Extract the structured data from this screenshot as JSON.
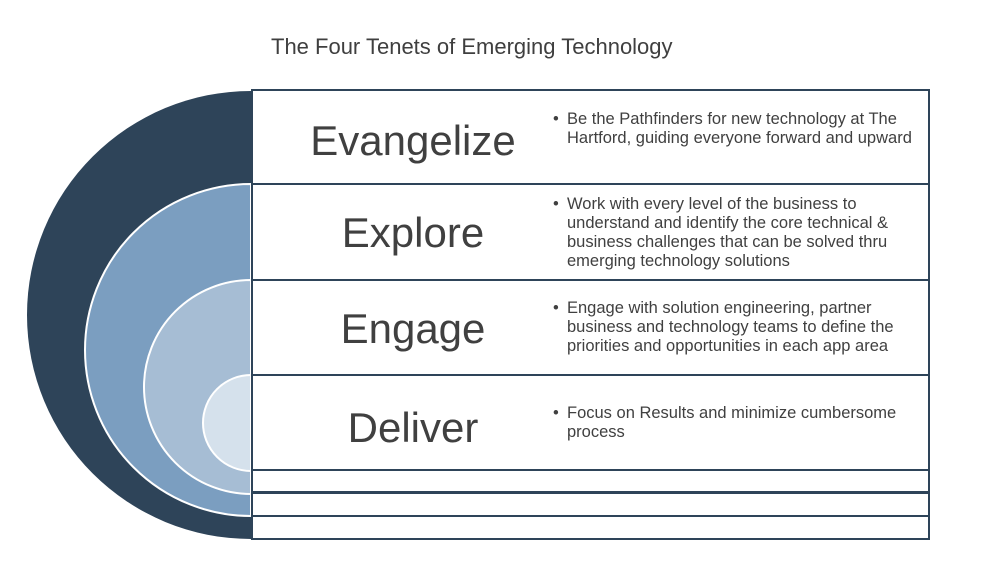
{
  "title": "The Four Tenets of Emerging Technology",
  "colors": {
    "outer_arc": "#2e4459",
    "second_arc": "#7b9ec0",
    "third_arc": "#a6bdd4",
    "inner_arc": "#d5e1ec",
    "border": "#2e4459",
    "text": "#404040"
  },
  "tenets": [
    {
      "name": "Evangelize",
      "description": "Be the Pathfinders for new technology at The Hartford, guiding everyone forward and upward"
    },
    {
      "name": "Explore",
      "description": "Work with every level of the business to understand and identify the core technical & business challenges that can be solved thru emerging technology solutions"
    },
    {
      "name": "Engage",
      "description": "Engage with solution engineering, partner business and technology teams to define the priorities and opportunities in each app area"
    },
    {
      "name": "Deliver",
      "description": "Focus on Results and minimize cumbersome process"
    }
  ]
}
